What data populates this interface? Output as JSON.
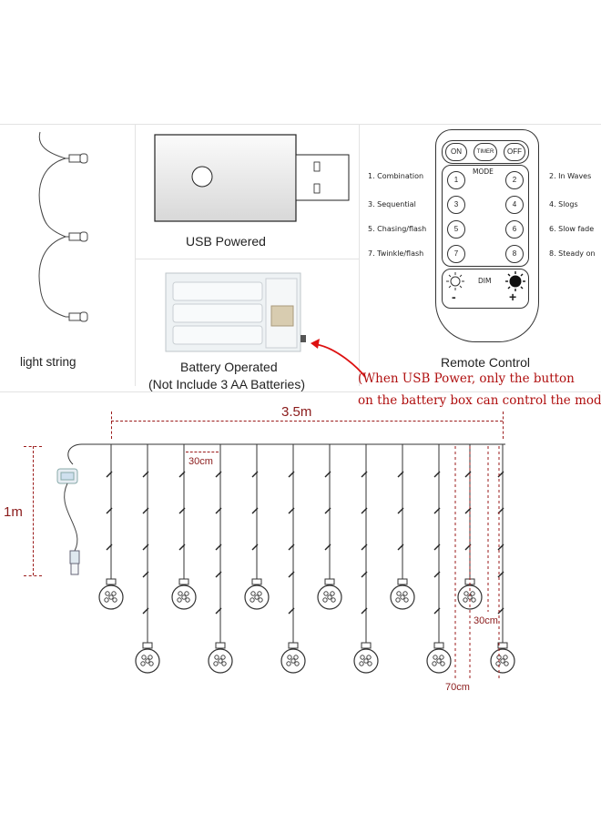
{
  "panels": {
    "light_string": {
      "label": "light string"
    },
    "usb": {
      "label": "USB Powered"
    },
    "battery": {
      "label_line1": "Battery Operated",
      "label_line2": "(Not Include 3 AA Batteries)"
    },
    "remote": {
      "label": "Remote Control",
      "buttons": {
        "on": "ON",
        "timer": "TIMER",
        "off": "OFF",
        "mode": "MODE",
        "dim": "DIM",
        "minus": "-",
        "plus": "+"
      },
      "numbers": [
        "1",
        "2",
        "3",
        "4",
        "5",
        "6",
        "7",
        "8"
      ],
      "modes_left": [
        "1.  Combination",
        "3.  Sequential",
        "5.  Chasing/flash",
        "7.  Twinkle/flash"
      ],
      "modes_right": [
        "2.  In Waves",
        "4.  Slogs",
        "6.  Slow fade",
        "8.  Steady on"
      ]
    }
  },
  "note": {
    "line1": "(When USB Power, only the button",
    "line2": "on the battery box can control the modes)"
  },
  "dimensions": {
    "width": "3.5m",
    "height": "1m",
    "spacing": "30cm",
    "drop_short": "30cm",
    "drop_long": "70cm"
  },
  "colors": {
    "dimension_red": "#9b1b1b",
    "note_red": "#b01010",
    "wire": "#333333"
  }
}
